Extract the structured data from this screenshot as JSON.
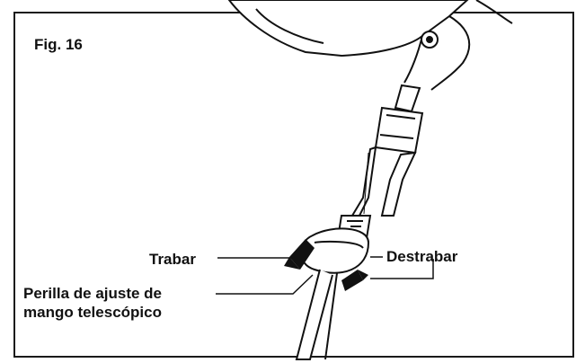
{
  "figure": {
    "title": "Fig. 16",
    "labels": {
      "lock": "Trabar",
      "unlock": "Destrabar",
      "knob_line1": "Perilla de ajuste de",
      "knob_line2": "mango telescópico"
    }
  }
}
